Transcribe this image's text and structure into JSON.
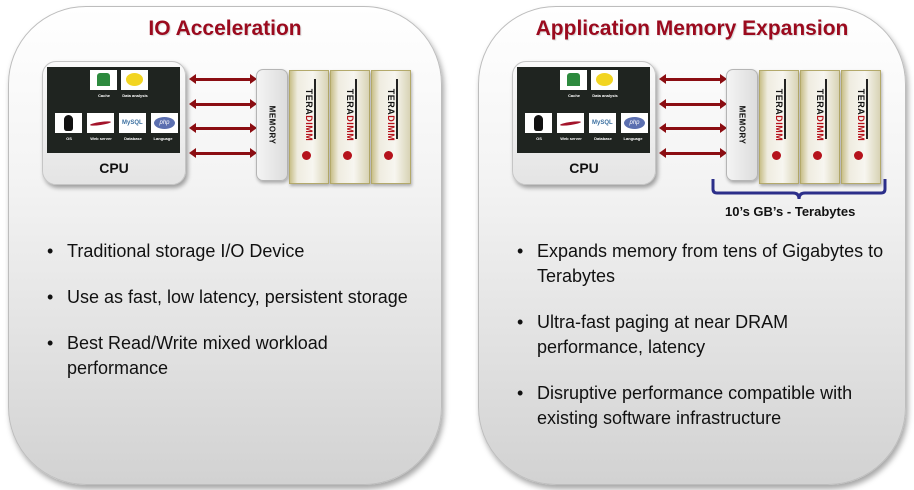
{
  "panels": [
    {
      "title": "IO Acceleration",
      "cpu": {
        "label": "CPU",
        "apps": [
          {
            "icon": "cache-icon",
            "label": "Cache"
          },
          {
            "icon": "hadoop-elephant-icon",
            "label": "Data analysis"
          },
          {
            "icon": "linux-penguin-icon",
            "label": "OS"
          },
          {
            "icon": "apache-feather-icon",
            "label": "Web server"
          },
          {
            "icon": "mysql-icon",
            "label": "Database"
          },
          {
            "icon": "php-icon",
            "label": "Language"
          }
        ]
      },
      "memory_label": "MEMORY",
      "dimms": [
        "TERADIMM",
        "TERADIMM",
        "TERADIMM"
      ],
      "bullets": [
        "Traditional storage I/O Device",
        "Use as fast, low latency, persistent storage",
        "Best Read/Write mixed workload performance"
      ]
    },
    {
      "title": "Application Memory Expansion",
      "cpu": {
        "label": "CPU",
        "apps": [
          {
            "icon": "cache-icon",
            "label": "Cache"
          },
          {
            "icon": "hadoop-elephant-icon",
            "label": "Data analysis"
          },
          {
            "icon": "linux-penguin-icon",
            "label": "OS"
          },
          {
            "icon": "apache-feather-icon",
            "label": "Web server"
          },
          {
            "icon": "mysql-icon",
            "label": "Database"
          },
          {
            "icon": "php-icon",
            "label": "Language"
          }
        ]
      },
      "memory_label": "MEMORY",
      "dimms": [
        "TERADIMM",
        "TERADIMM",
        "TERADIMM"
      ],
      "brace_label": "10’s GB’s - Terabytes",
      "bullets": [
        "Expands memory from tens of Gigabytes to Terabytes",
        "Ultra-fast paging at near DRAM performance, latency",
        "Disruptive performance compatible with existing software infrastructure"
      ]
    }
  ],
  "colors": {
    "title": "#9b0a1e",
    "arrow": "#8b0d12",
    "brace": "#2c2f8a",
    "dimm_accent": "#b5121b"
  }
}
